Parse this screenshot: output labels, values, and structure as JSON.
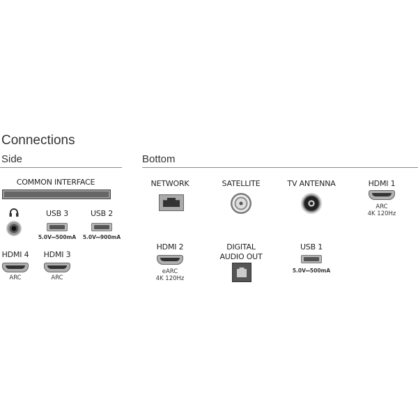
{
  "title": "Connections",
  "side": {
    "heading": "Side",
    "common_interface": "COMMON INTERFACE",
    "usb3": {
      "label": "USB 3",
      "spec": "5.0V⎓500mA"
    },
    "usb2": {
      "label": "USB 2",
      "spec": "5.0V⎓900mA"
    },
    "hdmi4": {
      "label": "HDMI 4",
      "note": "ARC"
    },
    "hdmi3": {
      "label": "HDMI 3",
      "note": "ARC"
    }
  },
  "bottom": {
    "heading": "Bottom",
    "network": "NETWORK",
    "satellite": "SATELLITE",
    "antenna": "TV ANTENNA",
    "hdmi1": {
      "label": "HDMI 1",
      "note1": "ARC",
      "note2": "4K 120Hz"
    },
    "hdmi2": {
      "label": "HDMI 2",
      "note1": "eARC",
      "note2": "4K 120Hz"
    },
    "digital_audio": {
      "line1": "DIGITAL",
      "line2": "AUDIO OUT"
    },
    "usb1": {
      "label": "USB 1",
      "spec": "5.0V⎓500mA"
    }
  }
}
